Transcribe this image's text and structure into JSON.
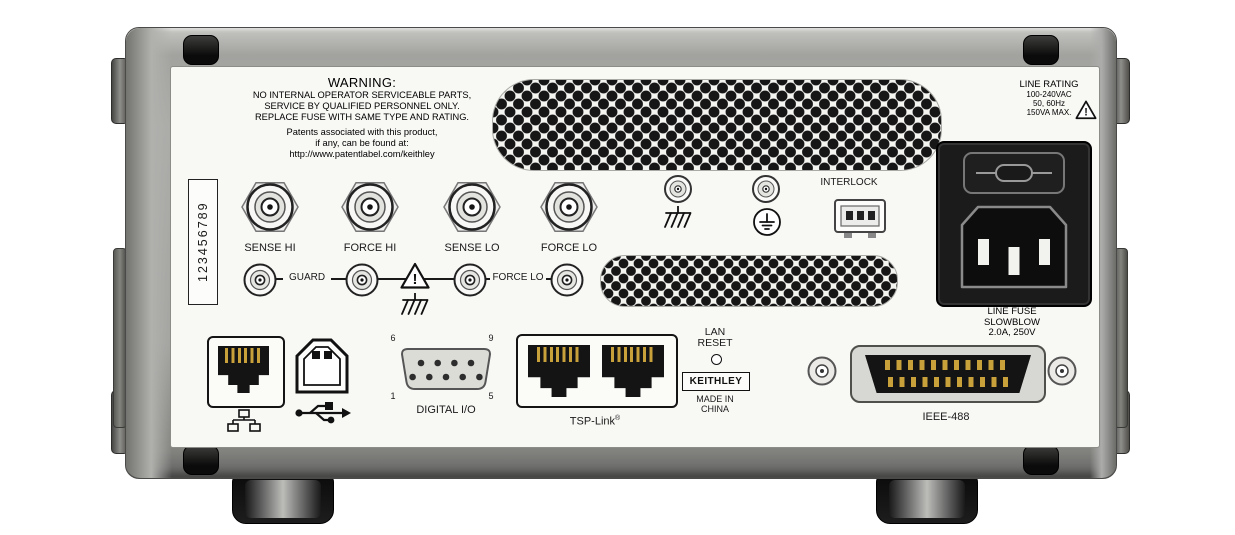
{
  "rear_panel": {
    "serial_number": "123456789",
    "warning_block": {
      "title": "WARNING:",
      "lines": [
        "NO INTERNAL OPERATOR SERVICEABLE PARTS,",
        "SERVICE BY QUALIFIED PERSONNEL ONLY.",
        "REPLACE FUSE WITH SAME TYPE AND RATING."
      ],
      "patent_lines": [
        "Patents associated with this product,",
        "if any, can be found at:",
        "http://www.patentlabel.com/keithley"
      ]
    },
    "line_rating": {
      "title": "LINE RATING",
      "voltage": "100-240VAC",
      "frequency": "50, 60Hz",
      "power": "150VA MAX."
    },
    "line_fuse": {
      "line1": "LINE FUSE",
      "line2": "SLOWBLOW",
      "line3": "2.0A, 250V"
    },
    "bnc_connectors": [
      {
        "label": "SENSE HI"
      },
      {
        "label": "FORCE HI"
      },
      {
        "label": "SENSE LO"
      },
      {
        "label": "FORCE LO"
      }
    ],
    "terminal_row": {
      "guard_label": "GUARD",
      "force_lo_label": "FORCE LO"
    },
    "interlock": {
      "label": "INTERLOCK"
    },
    "digital_io": {
      "label": "DIGITAL I/O",
      "pin_top_left": "6",
      "pin_top_right": "9",
      "pin_bottom_left": "1",
      "pin_bottom_right": "5"
    },
    "tsp_link": {
      "label": "TSP-Link",
      "registered_mark": "®"
    },
    "lan_reset": {
      "line1": "LAN",
      "line2": "RESET"
    },
    "brand": {
      "logo": "KEITHLEY",
      "made_in_line1": "MADE IN",
      "made_in_line2": "CHINA"
    },
    "ieee488": {
      "label": "IEEE-488"
    }
  },
  "icons": {
    "warning": "warning-triangle-icon",
    "chassis_ground": "chassis-ground-icon",
    "earth_ground": "earth-ground-icon",
    "usb": "usb-icon",
    "network": "network-icon"
  },
  "colors": {
    "chassis_gray": "#9b9b98",
    "panel_white": "#f8f8f5",
    "connector_gold": "#c9a13b",
    "ink_black": "#1a1a1a"
  }
}
